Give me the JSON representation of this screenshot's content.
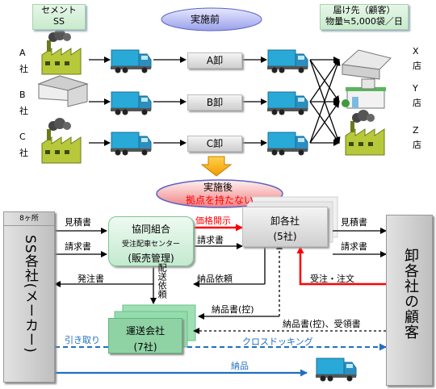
{
  "top": {
    "cement_ss_label": "セメント\nSS",
    "before_label": "実施前",
    "destination_label": "届け先（顧客）\n物量≒5,000袋／日",
    "suppliers": [
      {
        "mark": "A",
        "suffix": "社"
      },
      {
        "mark": "B",
        "suffix": "社"
      },
      {
        "mark": "C",
        "suffix": "社"
      }
    ],
    "wholesalers": [
      "A卸",
      "B卸",
      "C卸"
    ],
    "stores": [
      {
        "mark": "X",
        "suffix": "店"
      },
      {
        "mark": "Y",
        "suffix": "店"
      },
      {
        "mark": "Z",
        "suffix": "店"
      }
    ]
  },
  "bottom": {
    "after_label": "実施後",
    "after_sub": "拠点を持たない",
    "ss_count": "8ヶ所",
    "ss_label": "SS各社(メーカー)",
    "coop_title": "協同組合",
    "coop_center": "受注配車センター",
    "coop_role": "(販売管理)",
    "wholesale_name": "卸各社",
    "wholesale_count": "(5社)",
    "customers_label": "卸各社の顧客",
    "transport_name": "運送会社",
    "transport_count": "(7社)",
    "flows": {
      "quote_left": "見積書",
      "invoice_left": "請求書",
      "price_disclosure": "価格開示",
      "invoice_mid": "請求書",
      "quote_right": "見積書",
      "invoice_right": "請求書",
      "purchase_order": "発注書",
      "delivery_request_vertical": "配送依頼",
      "delivery_request": "納品依頼",
      "order_receive": "受注・注文",
      "delivery_note_copy": "納品書(控)",
      "delivery_note_receipt": "納品書(控)、受領書",
      "pickup": "引き取り",
      "crossdock": "クロスドッキング",
      "delivery": "納品"
    }
  },
  "colors": {
    "accent_red": "#ff0000",
    "flow_blue": "#1f6fbf",
    "group_green": "#8fd3a5",
    "oval_blue": "#5b62c9"
  }
}
